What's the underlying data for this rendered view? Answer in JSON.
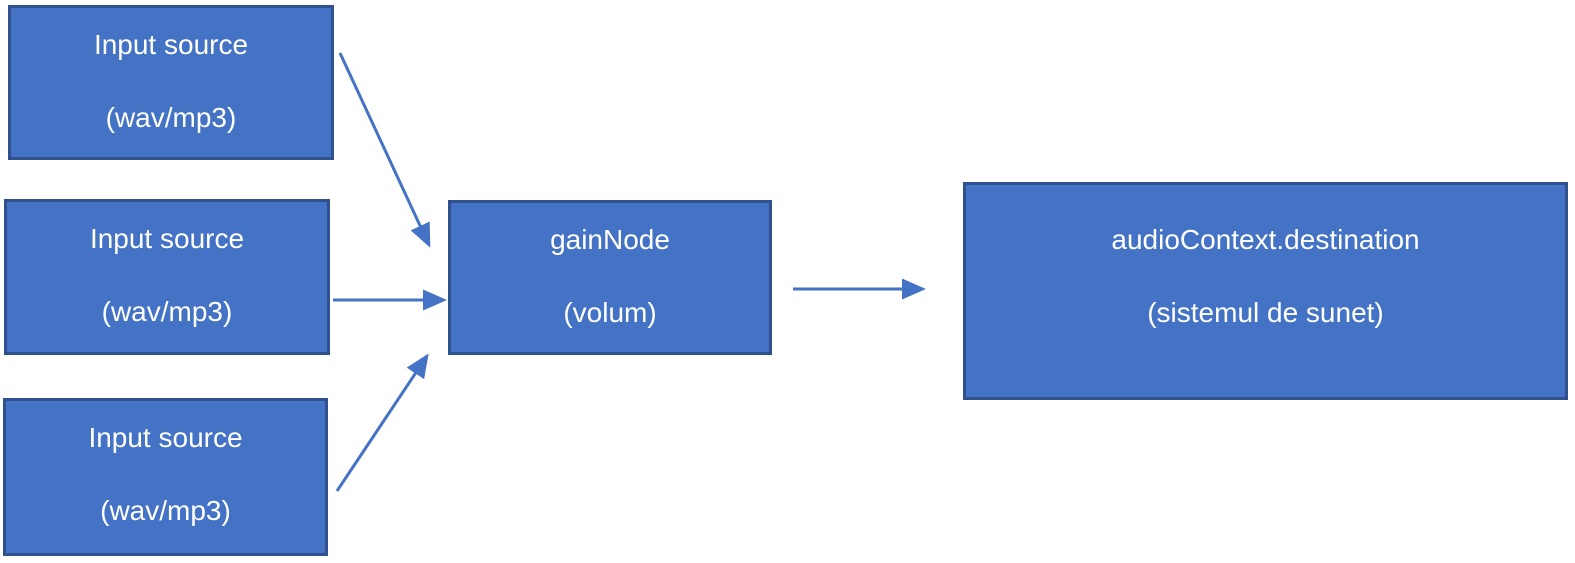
{
  "diagram": {
    "nodes": {
      "input1": {
        "line1": "Input source",
        "line2": "(wav/mp3)"
      },
      "input2": {
        "line1": "Input source",
        "line2": "(wav/mp3)"
      },
      "input3": {
        "line1": "Input source",
        "line2": "(wav/mp3)"
      },
      "gain": {
        "line1": "gainNode",
        "line2": "(volum)"
      },
      "dest": {
        "line1": "audioContext.destination",
        "line2": "(sistemul de sunet)"
      }
    },
    "edges": [
      {
        "from": "input1",
        "to": "gain"
      },
      {
        "from": "input2",
        "to": "gain"
      },
      {
        "from": "input3",
        "to": "gain"
      },
      {
        "from": "gain",
        "to": "dest"
      }
    ],
    "colors": {
      "node_fill": "#4472C4",
      "node_border": "#2F528F",
      "arrow": "#4472C4",
      "text": "#FFFFFF",
      "background": "#FFFFFF"
    }
  }
}
